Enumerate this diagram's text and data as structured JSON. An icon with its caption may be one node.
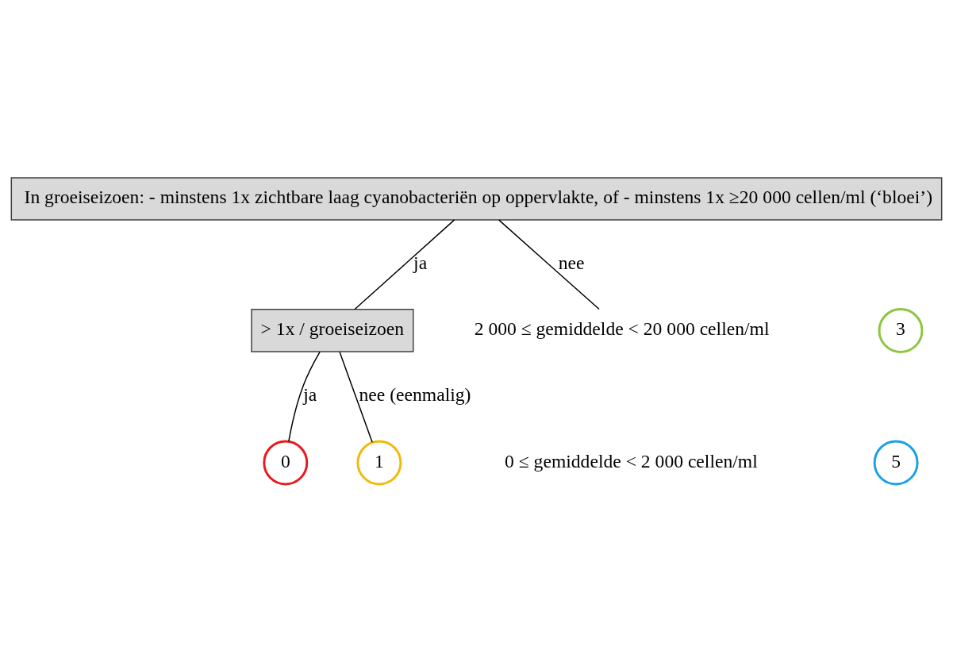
{
  "diagram": {
    "nodes": [
      {
        "text": [
          "In groeiseizoen: - minstens 1x zichtbare laag cyanobacteriën op oppervlakte, of - minstens 1x ≥20 000 cellen/ml (‘bloei’)"
        ]
      },
      {
        "text": [
          "> 1x / groeiseizoen"
        ]
      },
      {
        "text": [
          "0"
        ]
      },
      {
        "text": [
          "1"
        ]
      },
      {
        "text": [
          "2 000 ≤ gemiddelde < 20 000 cellen/ml"
        ]
      },
      {
        "text": [
          "3"
        ]
      },
      {
        "text": [
          "0 ≤ gemiddelde < 2 000 cellen/ml"
        ]
      },
      {
        "text": [
          "5"
        ]
      }
    ],
    "edges": [
      {
        "from": 0,
        "to": 1,
        "arrow": "none",
        "label": "ja"
      },
      {
        "from": 0,
        "to": 4,
        "arrow": "none",
        "label": "nee"
      },
      {
        "from": 1,
        "to": 2,
        "arrow": "none",
        "label": "ja"
      },
      {
        "from": 1,
        "to": 3,
        "arrow": "none",
        "label": "nee (eenmalig)"
      }
    ]
  }
}
